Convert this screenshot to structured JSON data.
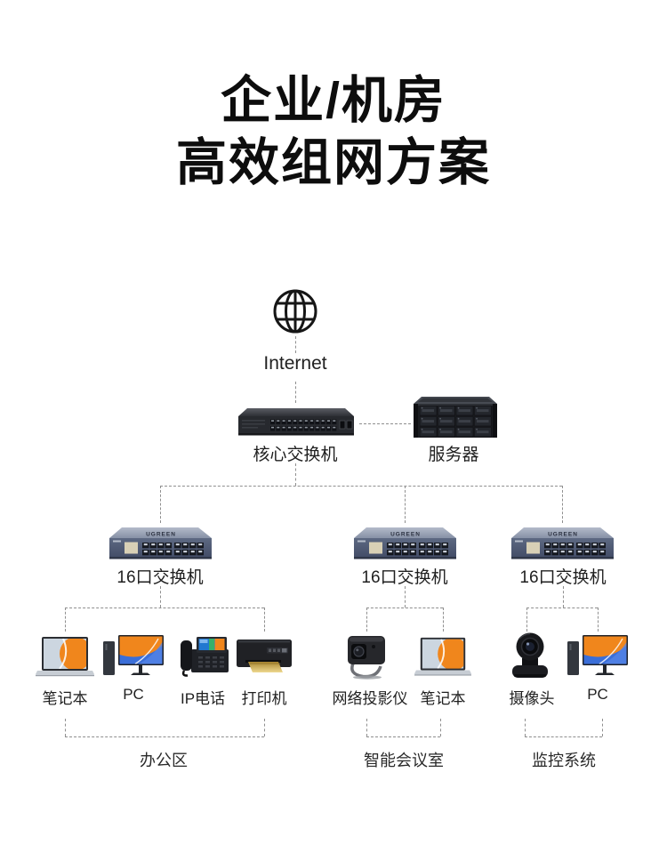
{
  "title": {
    "line1": "企业/机房",
    "line2": "高效组网方案"
  },
  "internet": {
    "label": "Internet"
  },
  "backbone": {
    "core_switch_label": "核心交换机",
    "server_label": "服务器"
  },
  "switch_brand": "UGREEN",
  "access_switches": [
    {
      "label": "16口交换机"
    },
    {
      "label": "16口交换机"
    },
    {
      "label": "16口交换机"
    }
  ],
  "groups": [
    {
      "area_label": "办公区",
      "devices": [
        {
          "label": "笔记本",
          "icon": "laptop-icon"
        },
        {
          "label": "PC",
          "icon": "desktop-pc-icon"
        },
        {
          "label": "IP电话",
          "icon": "ip-phone-icon"
        },
        {
          "label": "打印机",
          "icon": "printer-icon"
        }
      ]
    },
    {
      "area_label": "智能会议室",
      "devices": [
        {
          "label": "网络投影仪",
          "icon": "projector-icon"
        },
        {
          "label": "笔记本",
          "icon": "laptop-icon"
        }
      ]
    },
    {
      "area_label": "监控系统",
      "devices": [
        {
          "label": "摄像头",
          "icon": "camera-icon"
        },
        {
          "label": "PC",
          "icon": "desktop-pc-icon"
        }
      ]
    }
  ],
  "colors": {
    "background": "#ffffff",
    "title_text": "#0d0d0d",
    "label_text": "#1f1f1f",
    "dashed_line": "#8f8f8f",
    "switch_top": "#9aa3b8",
    "switch_front": "#515d78",
    "core_switch_body": "#27292e",
    "wallpaper_orange": "#f0861c",
    "wallpaper_blue": "#3a6ed8",
    "paper_gold": "#e0c276"
  }
}
